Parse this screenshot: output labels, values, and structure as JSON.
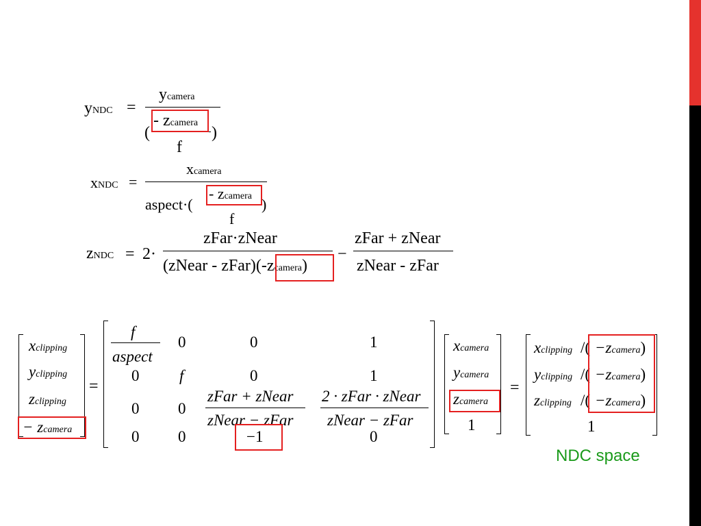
{
  "equations": {
    "y_ndc": {
      "lhs": "y",
      "lhs_sub": "NDC",
      "eq": "=",
      "num": "y",
      "num_sub": "camera",
      "den_open": "(",
      "den_inner_num": "- z",
      "den_inner_num_sub": "camera",
      "den_inner_den": "f",
      "den_close": ")"
    },
    "x_ndc": {
      "lhs": "x",
      "lhs_sub": "NDC",
      "eq": "=",
      "num": "x",
      "num_sub": "camera",
      "den_prefix": "aspect",
      "den_dot": "·",
      "den_open": "(",
      "den_inner_num": "- z",
      "den_inner_num_sub": "camera",
      "den_inner_den": "f",
      "den_close": ")"
    },
    "z_ndc": {
      "lhs": "z",
      "lhs_sub": "NDC",
      "eq": "=",
      "coef": "2",
      "dot": "·",
      "num1": "zFar·zNear",
      "den1_a": "(zNear - zFar)(",
      "den1_b": "-z",
      "den1_b_sub": "camera",
      "den1_c": ")",
      "minus": "−",
      "num2": "zFar + zNear",
      "den2": "zNear - zFar"
    }
  },
  "matrix_eq": {
    "clip_vec": [
      {
        "base": "x",
        "sub": "clipping"
      },
      {
        "base": "y",
        "sub": "clipping"
      },
      {
        "base": "z",
        "sub": "clipping"
      },
      {
        "base": "− z",
        "sub": "camera"
      }
    ],
    "equals": "=",
    "proj": {
      "r0": {
        "c0_num": "f",
        "c0_den": "aspect",
        "c1": "0",
        "c2": "0",
        "c3": "1"
      },
      "r1": {
        "c0": "0",
        "c1": "f",
        "c2": "0",
        "c3": "1"
      },
      "r2": {
        "c0": "0",
        "c1": "0",
        "c2_num": "zFar + zNear",
        "c2_den": "zNear − zFar",
        "c3_num": "2 · zFar · zNear",
        "c3_den": "zNear − zFar"
      },
      "r3": {
        "c0": "0",
        "c1": "0",
        "c2": "−1",
        "c3": "0"
      }
    },
    "cam_vec": [
      {
        "base": "x",
        "sub": "camera"
      },
      {
        "base": "y",
        "sub": "camera"
      },
      {
        "base": "z",
        "sub": "camera"
      },
      {
        "base": "1"
      }
    ],
    "equals2": "=",
    "ndc_vec": [
      {
        "base": "x",
        "sub": "clipping",
        "op": "/(",
        "dbase": "−z",
        "dsub": "camera",
        "close": ")"
      },
      {
        "base": "y",
        "sub": "clipping",
        "op": "/(",
        "dbase": "−z",
        "dsub": "camera",
        "close": ")"
      },
      {
        "base": "z",
        "sub": "clipping",
        "op": "/(",
        "dbase": "−z",
        "dsub": "camera",
        "close": ")"
      },
      {
        "base": "1"
      }
    ]
  },
  "caption": "NDC space",
  "colors": {
    "highlight": "#e41f1f",
    "caption": "#1a9a1a",
    "side_top": "#e5322d",
    "side_bottom": "#000000"
  }
}
